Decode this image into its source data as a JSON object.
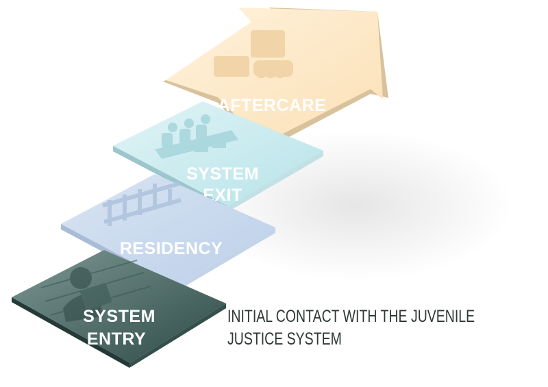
{
  "steps": {
    "system_entry": {
      "line1": "SYSTEM",
      "line2": "ENTRY",
      "color": "#3f605a"
    },
    "residency": {
      "label": "RESIDENCY",
      "color": "#c6d8ee"
    },
    "system_exit": {
      "line1": "SYSTEM",
      "line2": "EXIT",
      "color": "#c6eaee"
    },
    "aftercare": {
      "label": "AFTERCARE",
      "color": "#fce3bc"
    }
  },
  "caption": {
    "line1": "INITIAL CONTACT WITH THE JUVENILE",
    "line2": "JUSTICE SYSTEM"
  },
  "icons": {
    "entry": "mugshot-icon",
    "residency": "cell-bars-icon",
    "exit": "courtroom-icon",
    "aftercare": "handshake-icon"
  }
}
